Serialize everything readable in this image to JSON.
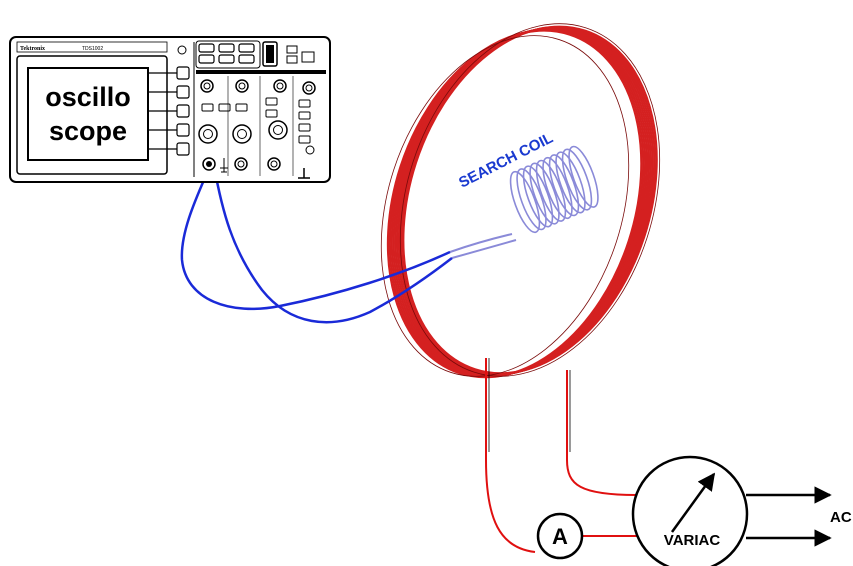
{
  "scope": {
    "brand": "Tektronix",
    "model": "TDS1002",
    "screen_line1": "oscillo",
    "screen_line2": "scope"
  },
  "search_coil_label": "SEARCH COIL",
  "ammeter_label": "A",
  "variac_label": "VARIAC",
  "ac_label": "AC",
  "colors": {
    "large_coil": "#d42020",
    "search_coil": "#8a8ad8",
    "search_coil_text": "#1a3ad0",
    "scope_cable": "#1a2ad8",
    "circuit_wire": "#e01010",
    "outline": "#000000"
  }
}
